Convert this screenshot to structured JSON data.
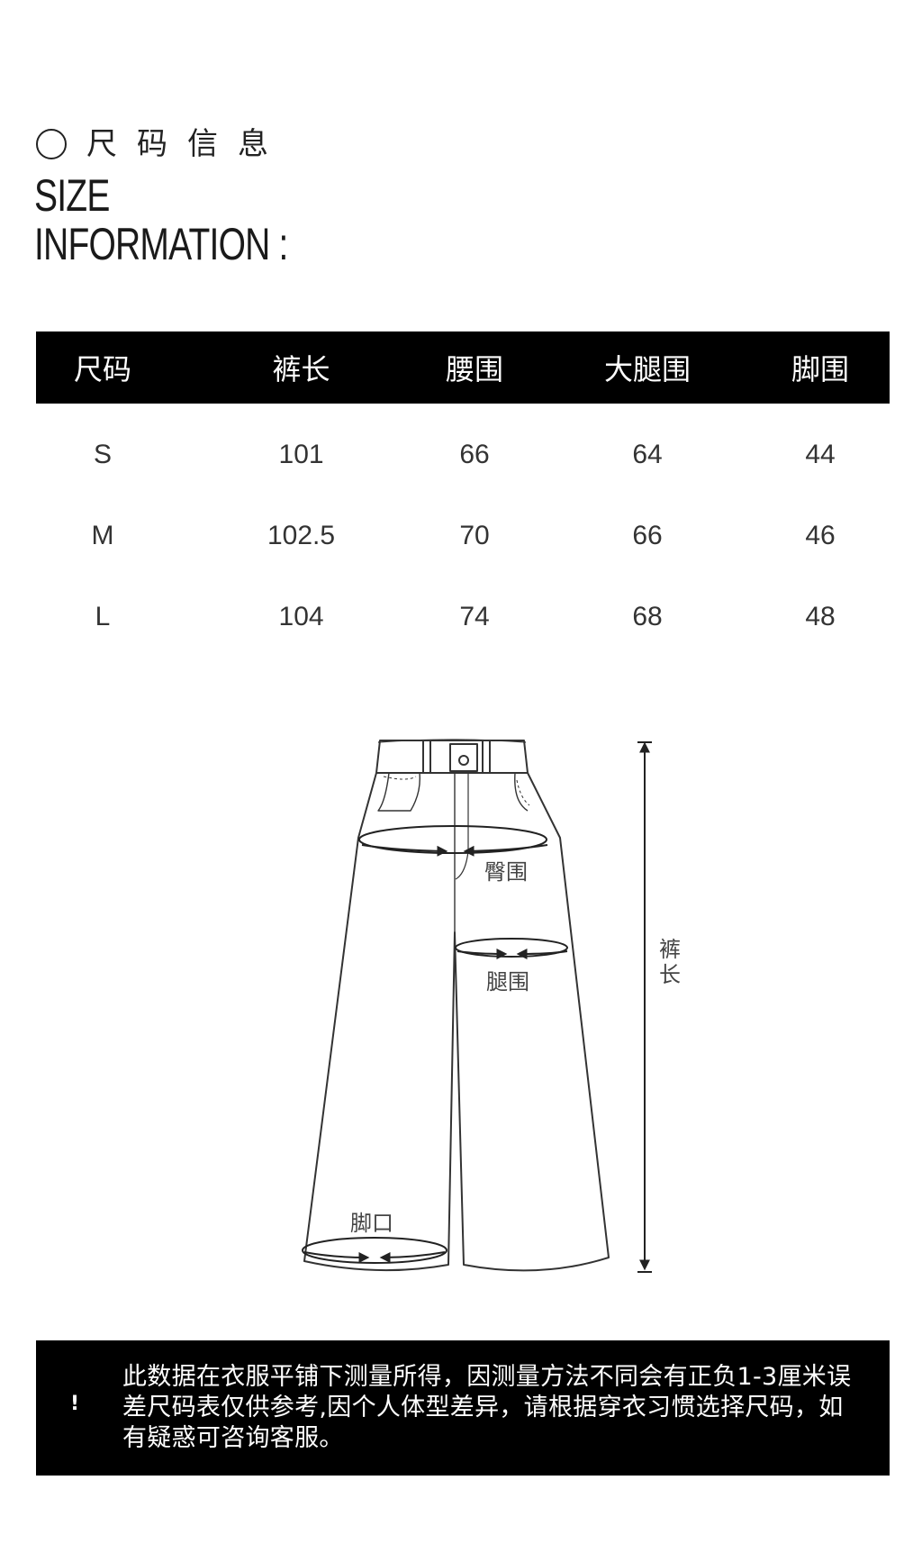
{
  "header": {
    "title_cn": "尺码信息",
    "title_en_line1": "SIZE",
    "title_en_line2": "INFORMATION :"
  },
  "table": {
    "columns": [
      "尺码",
      "裤长",
      "腰围",
      "大腿围",
      "脚围"
    ],
    "rows": [
      [
        "S",
        "101",
        "66",
        "64",
        "44"
      ],
      [
        "M",
        "102.5",
        "70",
        "66",
        "46"
      ],
      [
        "L",
        "104",
        "74",
        "68",
        "48"
      ]
    ]
  },
  "diagram": {
    "hip_label": "臀围",
    "thigh_label": "腿围",
    "hem_label": "脚口",
    "length_label": "裤长",
    "icon": "wide-leg-pants-outline-icon"
  },
  "notice": {
    "mark": "!",
    "text": "此数据在衣服平铺下测量所得，因测量方法不同会有正负1-3厘米误差尺码表仅供参考,因个人体型差异，请根据穿衣习惯选择尺码，如有疑惑可咨询客服。"
  }
}
